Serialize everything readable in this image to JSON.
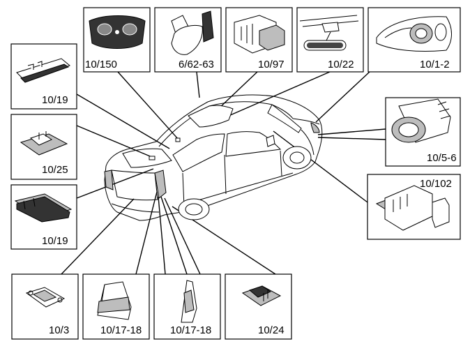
{
  "diagram": {
    "callouts": [
      {
        "id": "top1",
        "label": "10/150"
      },
      {
        "id": "top2",
        "label": "6/62-63"
      },
      {
        "id": "top3",
        "label": "10/97"
      },
      {
        "id": "top4",
        "label": "10/22"
      },
      {
        "id": "top5",
        "label": "10/1-2"
      },
      {
        "id": "left1",
        "label": "10/19"
      },
      {
        "id": "left2",
        "label": "10/25"
      },
      {
        "id": "left3",
        "label": "10/19"
      },
      {
        "id": "right1",
        "label": "10/5-6"
      },
      {
        "id": "right2",
        "label": "10/102"
      },
      {
        "id": "bot1",
        "label": "10/3"
      },
      {
        "id": "bot2",
        "label": "10/17-18"
      },
      {
        "id": "bot3",
        "label": "10/17-18"
      },
      {
        "id": "bot4",
        "label": "10/24"
      }
    ]
  }
}
